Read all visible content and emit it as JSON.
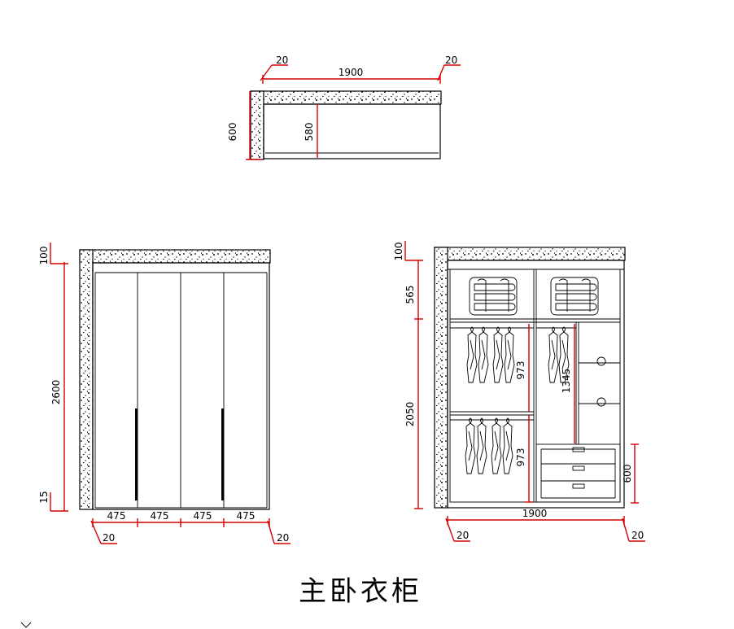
{
  "title": "主卧衣柜",
  "plan_view": {
    "width_label": "1900",
    "left_offset": "20",
    "right_offset": "20",
    "depth_label": "600",
    "inner_depth_label": "580"
  },
  "front_view": {
    "top_label": "100",
    "height_label": "2600",
    "base_label": "15",
    "door_widths": [
      "475",
      "475",
      "475",
      "475"
    ],
    "left_offset": "20",
    "right_offset": "20"
  },
  "interior_view": {
    "top_label": "100",
    "upper_label": "565",
    "lower_label": "2050",
    "hang_upper_label": "973",
    "hang_lower_label": "973",
    "center_label": "1345",
    "drawer_label": "600",
    "width_label": "1900",
    "left_offset": "20",
    "right_offset": "20"
  },
  "colors": {
    "dimension": "#d40000",
    "line": "#000000"
  }
}
